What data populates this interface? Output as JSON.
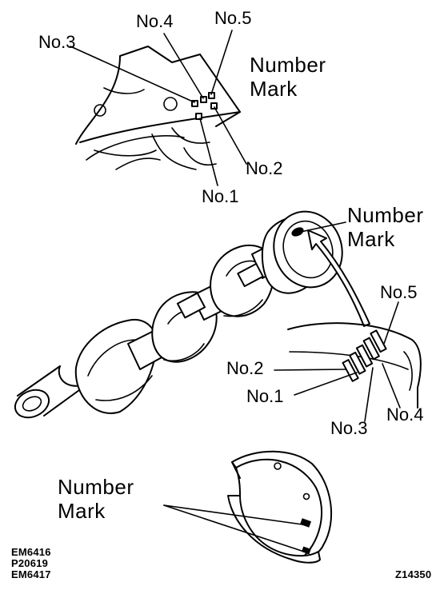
{
  "block_labels": {
    "no1": "No.1",
    "no2": "No.2",
    "no3": "No.3",
    "no4": "No.4",
    "no5": "No.5",
    "number_mark_line1": "Number",
    "number_mark_line2": "Mark"
  },
  "crank_labels": {
    "no1": "No.1",
    "no2": "No.2",
    "no3": "No.3",
    "no4": "No.4",
    "no5": "No.5",
    "number_mark_line1": "Number",
    "number_mark_line2": "Mark"
  },
  "bearing_labels": {
    "number_mark_line1": "Number",
    "number_mark_line2": "Mark"
  },
  "codes": {
    "line1": "EM6416",
    "line2": "P20619",
    "line3": "EM6417",
    "figure_id": "Z14350"
  }
}
